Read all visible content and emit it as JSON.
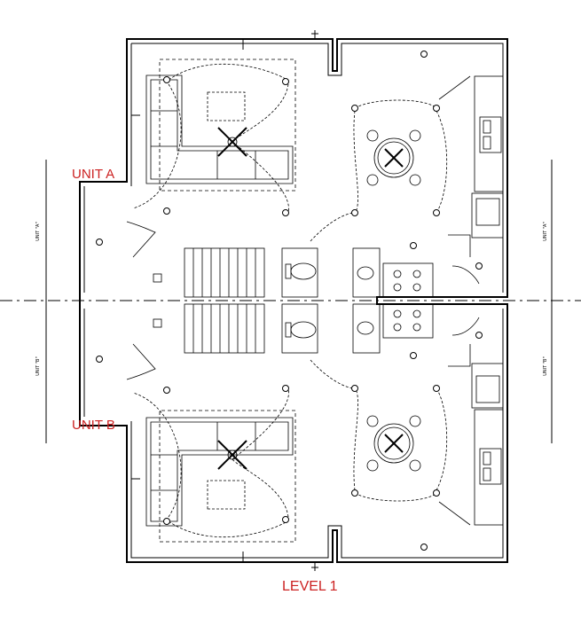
{
  "labels": {
    "unit_a": "UNIT A",
    "unit_b": "UNIT B",
    "level": "LEVEL 1",
    "side_left_top": "UNIT \"A\"",
    "side_left_bottom": "UNIT \"B\"",
    "side_right_top": "UNIT \"A\"",
    "side_right_bottom": "UNIT \"B\""
  },
  "colors": {
    "line": "#000000",
    "label": "#cc2222"
  }
}
